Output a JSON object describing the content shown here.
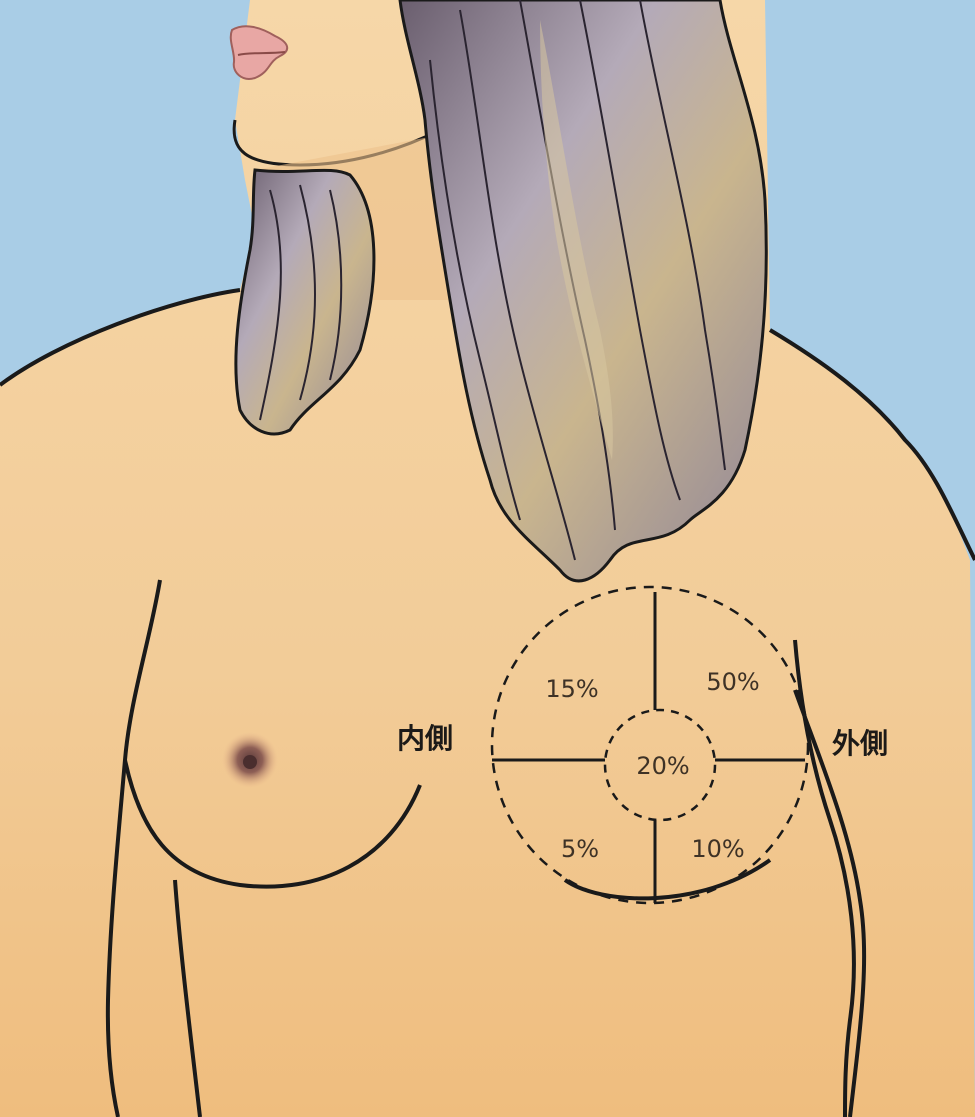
{
  "diagram": {
    "labels": {
      "medial": "内側",
      "lateral": "外側"
    },
    "quadrants": {
      "upper_inner": "15%",
      "upper_outer": "50%",
      "central": "20%",
      "lower_inner": "5%",
      "lower_outer": "10%"
    },
    "colors": {
      "background": "#a9cde6",
      "skin": "#f3cf9c",
      "outline": "#1a1a1a",
      "hair": "#8c8096"
    }
  }
}
